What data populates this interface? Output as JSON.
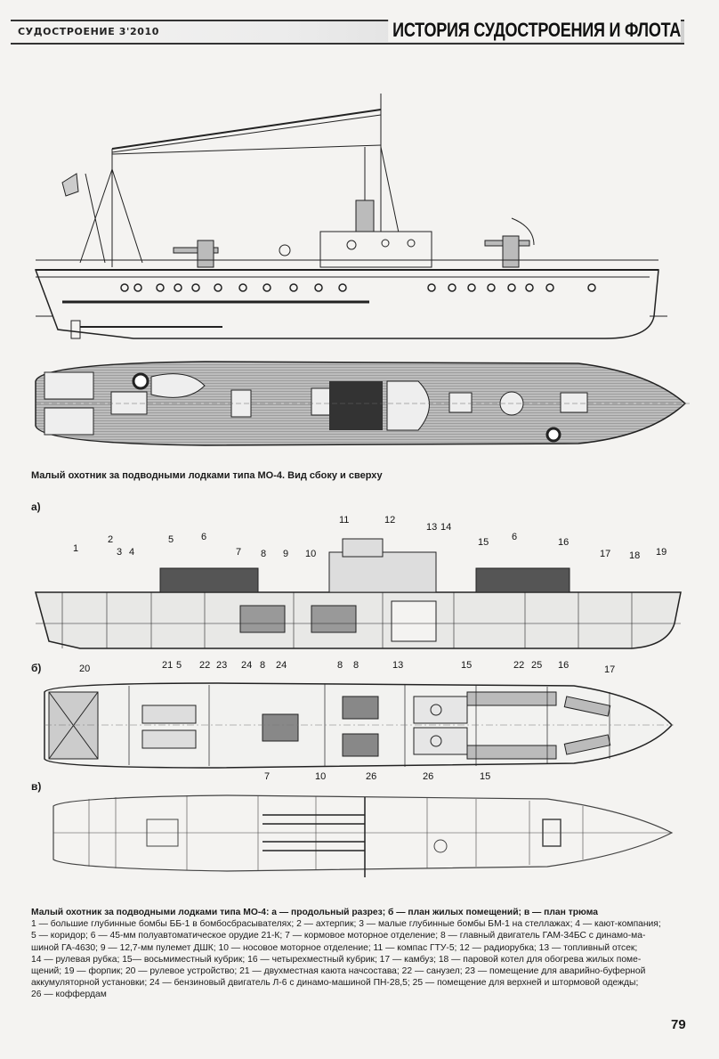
{
  "header": {
    "journal": "СУДОСТРОЕНИЕ 3'2010",
    "section": "ИСТОРИЯ СУДОСТРОЕНИЯ И ФЛОТА"
  },
  "figure1": {
    "caption": "Малый охотник за подводными лодками типа МО-4. Вид сбоку и сверху"
  },
  "figure2": {
    "section_a": "а)",
    "section_b": "б)",
    "section_c": "в)",
    "callouts_a": [
      "1",
      "2",
      "3",
      "4",
      "5",
      "6",
      "7",
      "8",
      "9",
      "10",
      "11",
      "12",
      "13",
      "14",
      "15",
      "6",
      "16",
      "17",
      "18",
      "19"
    ],
    "callouts_b": [
      "20",
      "21",
      "5",
      "22",
      "23",
      "24",
      "8",
      "24",
      "8",
      "8",
      "13",
      "15",
      "22",
      "25",
      "16",
      "17"
    ],
    "callouts_c": [
      "7",
      "10",
      "26",
      "26",
      "15"
    ],
    "caption_title": "Малый охотник за подводными лодками типа МО-4: а — продольный разрез; б — план жилых помещений; в — план трюма",
    "legend": [
      {
        "n": "1",
        "text": "большие глубинные бомбы ББ-1 в бомбосбрасывателях"
      },
      {
        "n": "2",
        "text": "ахтерпик"
      },
      {
        "n": "3",
        "text": "малые глубинные бомбы БМ-1 на стеллажах"
      },
      {
        "n": "4",
        "text": "кают-компания"
      },
      {
        "n": "5",
        "text": "коридор"
      },
      {
        "n": "6",
        "text": "45-мм полуавтоматическое орудие 21-К"
      },
      {
        "n": "7",
        "text": "кормовое моторное отделение"
      },
      {
        "n": "8",
        "text": "главный двигатель ГАМ-34БС с динамо-машиной ГА-4630"
      },
      {
        "n": "9",
        "text": "12,7-мм пулемет ДШК"
      },
      {
        "n": "10",
        "text": "носовое моторное отделение"
      },
      {
        "n": "11",
        "text": "компас ГТУ-5"
      },
      {
        "n": "12",
        "text": "радиорубка"
      },
      {
        "n": "13",
        "text": "топливный отсек"
      },
      {
        "n": "14",
        "text": "рулевая рубка"
      },
      {
        "n": "15",
        "text": "восьмиместный кубрик"
      },
      {
        "n": "16",
        "text": "четырехместный кубрик"
      },
      {
        "n": "17",
        "text": "камбуз"
      },
      {
        "n": "18",
        "text": "паровой котел для обогрева жилых помещений"
      },
      {
        "n": "19",
        "text": "форпик"
      },
      {
        "n": "20",
        "text": "рулевое устройство"
      },
      {
        "n": "21",
        "text": "двухместная каюта начсостава"
      },
      {
        "n": "22",
        "text": "санузел"
      },
      {
        "n": "23",
        "text": "помещение для аварийно-буферной аккумуляторной установки"
      },
      {
        "n": "24",
        "text": "бензиновый двигатель Л-6 с динамо-машиной ПН-28,5"
      },
      {
        "n": "25",
        "text": "помещение для верхней и штормовой одежды"
      },
      {
        "n": "26",
        "text": "коффердам"
      }
    ],
    "legend_lines": [
      "1 — большие глубинные бомбы ББ-1 в бомбосбрасывателях; 2 — ахтерпик; 3 — малые глубинные бомбы БМ-1 на стеллажах; 4 — кают-компания;",
      "5 — коридор; 6 — 45-мм полуавтоматическое орудие 21-К; 7 — кормовое моторное отделение; 8 — главный двигатель ГАМ-34БС с динамо-ма-",
      "шиной ГА-4630; 9 — 12,7-мм пулемет ДШК; 10 — носовое моторное отделение; 11 — компас ГТУ-5; 12 — радиорубка; 13 — топливный отсек;",
      "14 — рулевая рубка; 15— восьмиместный кубрик; 16 — четырехместный кубрик; 17 — камбуз; 18 — паровой котел для обогрева жилых поме-",
      "щений; 19 — форпик; 20 — рулевое устройство; 21 — двухместная каюта начсостава; 22 — санузел; 23 — помещение для аварийно-буферной",
      "аккумуляторной установки; 24 — бензиновый двигатель Л-6 с динамо-машиной ПН-28,5; 25 — помещение для верхней и штормовой одежды;",
      "26 — коффердам"
    ]
  },
  "page_number": "79"
}
